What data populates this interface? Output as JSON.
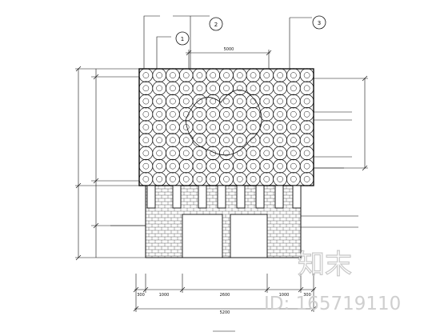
{
  "callouts": [
    {
      "marker": "1"
    },
    {
      "marker": "2"
    },
    {
      "marker": "3"
    }
  ],
  "dimensions": {
    "top_width": "5000",
    "bottom_segments": [
      "300",
      "1000",
      "2600",
      "1000",
      "300"
    ],
    "bottom_total": "5200"
  },
  "drawing_title": "",
  "watermark": {
    "text": "知末",
    "id_label": "ID: 165719110"
  },
  "colors": {
    "line": "#111111",
    "watermark": "#c9c9c9"
  }
}
